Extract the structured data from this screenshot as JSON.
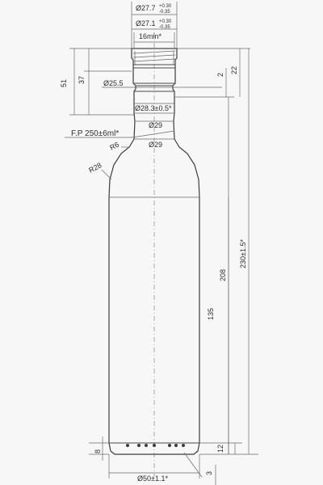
{
  "dims": {
    "neck_dia_outer": "Ø27.7",
    "neck_dia_outer_tol_plus": "+0.30",
    "neck_dia_outer_tol_minus": "-0.35",
    "neck_dia_inner": "Ø27.1",
    "neck_dia_inner_tol_plus": "+0.30",
    "neck_dia_inner_tol_minus": "-0.35",
    "thread_min": "16min*",
    "collar_dia": "Ø25.5",
    "neck_dia_283": "Ø28.3±0.5*",
    "shoulder_dia_a": "Ø29",
    "shoulder_dia_b": "Ø29",
    "fill_point": "F.P 250±6ml*",
    "radius_r6": "R6",
    "radius_r28": "R28",
    "base_dia": "Ø50±1.1*",
    "h_51": "51",
    "h_37": "37",
    "h_2": "2",
    "h_22": "22",
    "h_208": "208",
    "h_135": "135",
    "h_total": "230±1.5*",
    "h_8": "8",
    "h_12": "12",
    "h_3": "3"
  }
}
